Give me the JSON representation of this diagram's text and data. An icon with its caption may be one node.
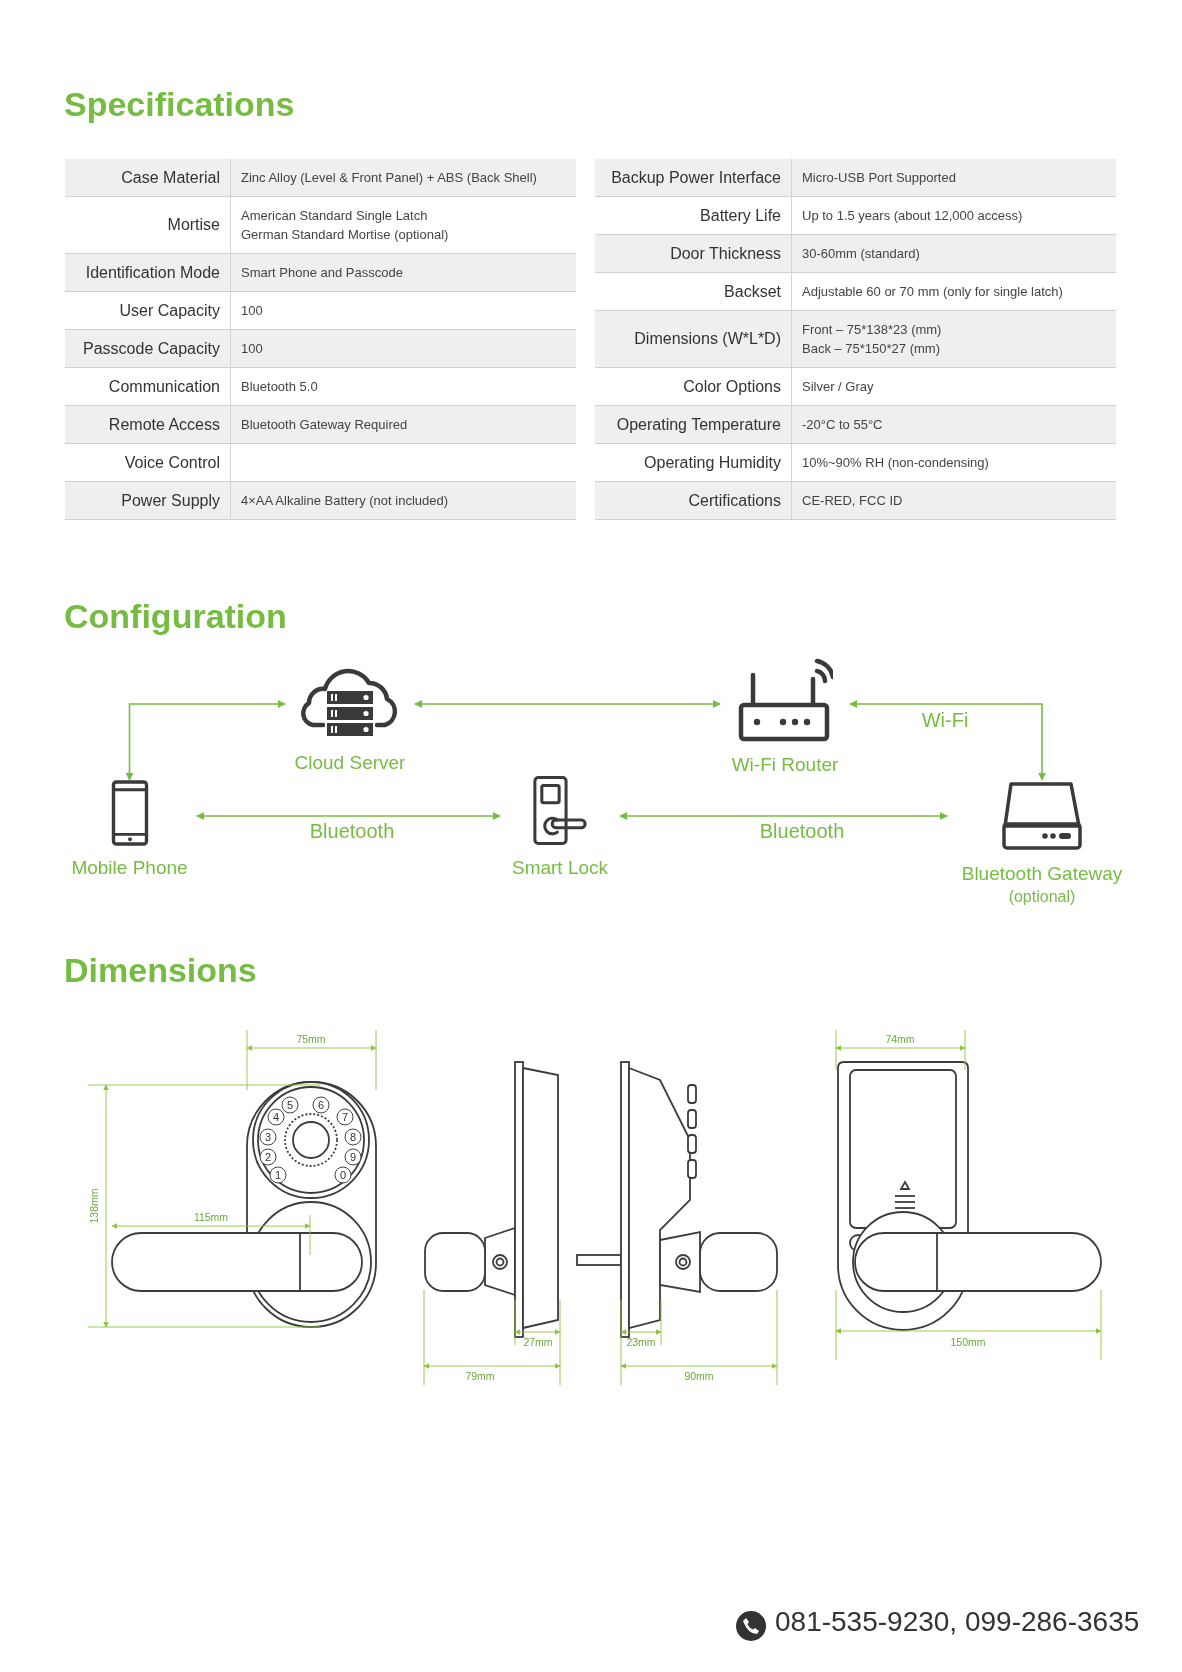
{
  "diagram": {
    "nodes": [
      {
        "text": [
          "Cloud Server"
        ]
      },
      {
        "text": [
          "Wi-Fi Router"
        ]
      },
      {
        "text": [
          "Mobile Phone"
        ]
      },
      {
        "text": [
          "Smart Lock"
        ]
      },
      {
        "text": [
          "Bluetooth Gateway",
          "(optional)"
        ]
      }
    ],
    "edges": [
      {
        "from": 2,
        "to": 0,
        "arrow": "both"
      },
      {
        "from": 0,
        "to": 1,
        "arrow": "both"
      },
      {
        "from": 1,
        "to": 4,
        "arrow": "both",
        "label": "Wi-Fi"
      },
      {
        "from": 2,
        "to": 3,
        "arrow": "both",
        "label": "Bluetooth"
      },
      {
        "from": 3,
        "to": 4,
        "arrow": "both",
        "label": "Bluetooth"
      }
    ],
    "labels": [
      "Specifications",
      "Case Material",
      "Zinc Alloy (Level & Front Panel) + ABS (Back Shell)",
      "Mortise",
      "American Standard Single Latch",
      "German Standard Mortise (optional)",
      "Identification Mode",
      "Smart Phone and Passcode",
      "User Capacity",
      "100",
      "Passcode Capacity",
      "100",
      "Communication",
      "Bluetooth 5.0",
      "Remote Access",
      "Bluetooth Gateway Required",
      "Voice Control",
      "Power Supply",
      "4×AA Alkaline Battery (not included)",
      "Backup Power Interface",
      "Micro-USB Port Supported",
      "Battery Life",
      "Up to 1.5 years (about 12,000 access)",
      "Door Thickness",
      "30-60mm (standard)",
      "Backset",
      "Adjustable 60 or 70 mm (only for single latch)",
      "Dimensions (W*L*D)",
      "Front – 75*138*23 (mm)",
      "Back – 75*150*27 (mm)",
      "Color Options",
      "Silver / Gray",
      "Operating Temperature",
      "-20°C to 55°C",
      "Operating Humidity",
      "10%~90% RH (non-condensing)",
      "Certifications",
      "CE-RED, FCC ID",
      "Configuration",
      "Dimensions",
      "75mm",
      "5",
      "6",
      "4",
      "7",
      "3",
      "8",
      "2",
      "9",
      "1",
      "0",
      "138mm",
      "115mm",
      "27mm",
      "79mm",
      "23mm",
      "90mm",
      "74mm",
      "150mm",
      "081-535-9230, 099-286-3635"
    ]
  }
}
